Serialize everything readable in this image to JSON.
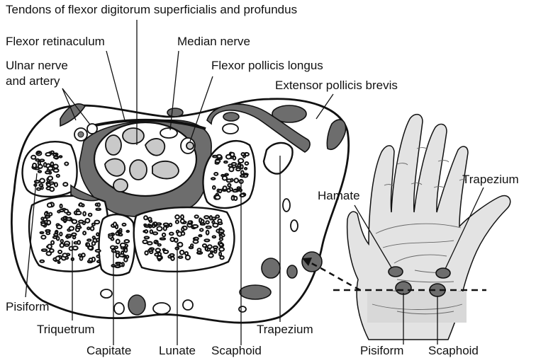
{
  "labels": {
    "tendons": "Tendons of flexor digitorum superficialis and profundus",
    "flexor_retinaculum": "Flexor retinaculum",
    "median_nerve": "Median nerve",
    "ulnar_line1": "Ulnar nerve",
    "ulnar_line2": "and artery",
    "flexor_pollicis_longus": "Flexor pollicis longus",
    "extensor_pollicis_brevis": "Extensor pollicis brevis",
    "pisiform": "Pisiform",
    "triquetrum": "Triquetrum",
    "capitate": "Capitate",
    "lunate": "Lunate",
    "scaphoid": "Scaphoid",
    "trapezium": "Trapezium",
    "hand_hamate": "Hamate",
    "hand_trapezium": "Trapezium",
    "hand_pisiform": "Pisiform",
    "hand_scaphoid": "Scaphoid"
  }
}
